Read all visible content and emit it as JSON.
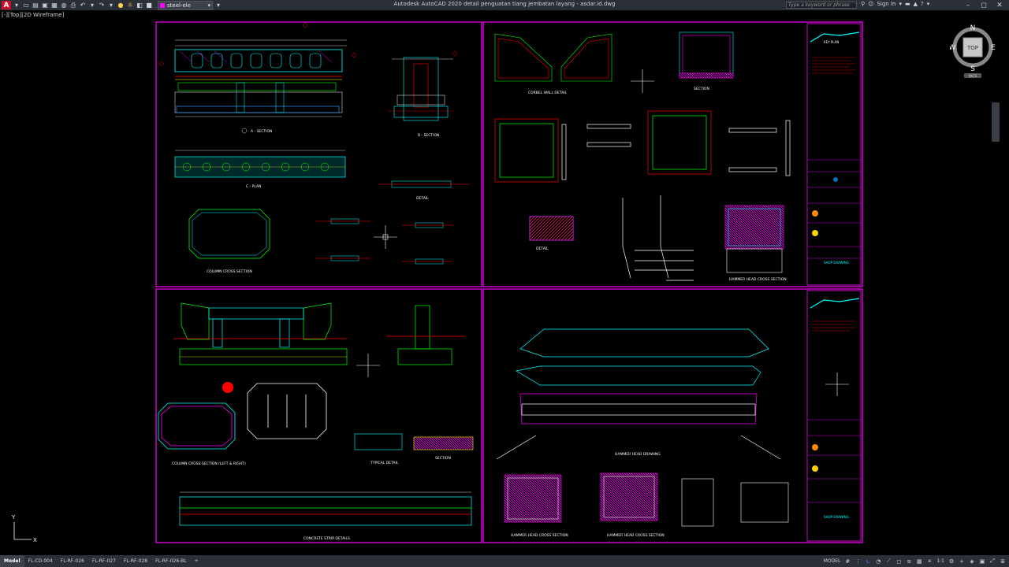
{
  "app": {
    "logo": "A",
    "title": "Autodesk AutoCAD 2020   detail penguatan tiang jembatan layang - asdar.id.dwg",
    "layer_name": "steel-ele",
    "search_placeholder": "Type a keyword or phrase",
    "sign_in": "Sign In"
  },
  "viewport": {
    "label": "[-][Top][2D Wireframe]"
  },
  "viewcube": {
    "face": "TOP",
    "north": "N",
    "south": "S",
    "east": "E",
    "west": "W",
    "wcs": "WCS"
  },
  "ucs": {
    "y": "Y",
    "x": "X"
  },
  "layout_tabs": [
    {
      "label": "Model"
    },
    {
      "label": "FL-CD-004"
    },
    {
      "label": "FL-RF-026"
    },
    {
      "label": "FL-RF-027"
    },
    {
      "label": "FL-RF-028"
    },
    {
      "label": "FL-RF-026-BL"
    }
  ],
  "status": {
    "model": "MODEL",
    "scale": "1:1"
  },
  "drawings": {
    "section_a": "A - SECTION",
    "section_b": "B - SECTION",
    "plan_c": "C - PLAN",
    "column_cross": "COLUMN CROSS SECTION",
    "detail": "DETAIL",
    "corbel_detail": "CORBEL WALL DETAIL",
    "hammer_head": "HAMMER HEAD CROSS SECTION",
    "hammer_head_drawing": "HAMMER HEAD DRAWING",
    "column_cross_left_right": "COLUMN CROSS SECTION (LEFT & RIGHT)",
    "typical_detail": "TYPICAL DETAIL",
    "concrete_strip": "CONCRETE STRIP DETAILS",
    "title_block": "KEY PLAN",
    "shop_drawing": "SHOP DRAWING"
  },
  "colors": {
    "frame": "#ff00ff",
    "concrete": "#00ffff",
    "rebar": "#ff0000",
    "green": "#00ff00",
    "dim": "#ffffff",
    "yellow": "#ffff00"
  }
}
